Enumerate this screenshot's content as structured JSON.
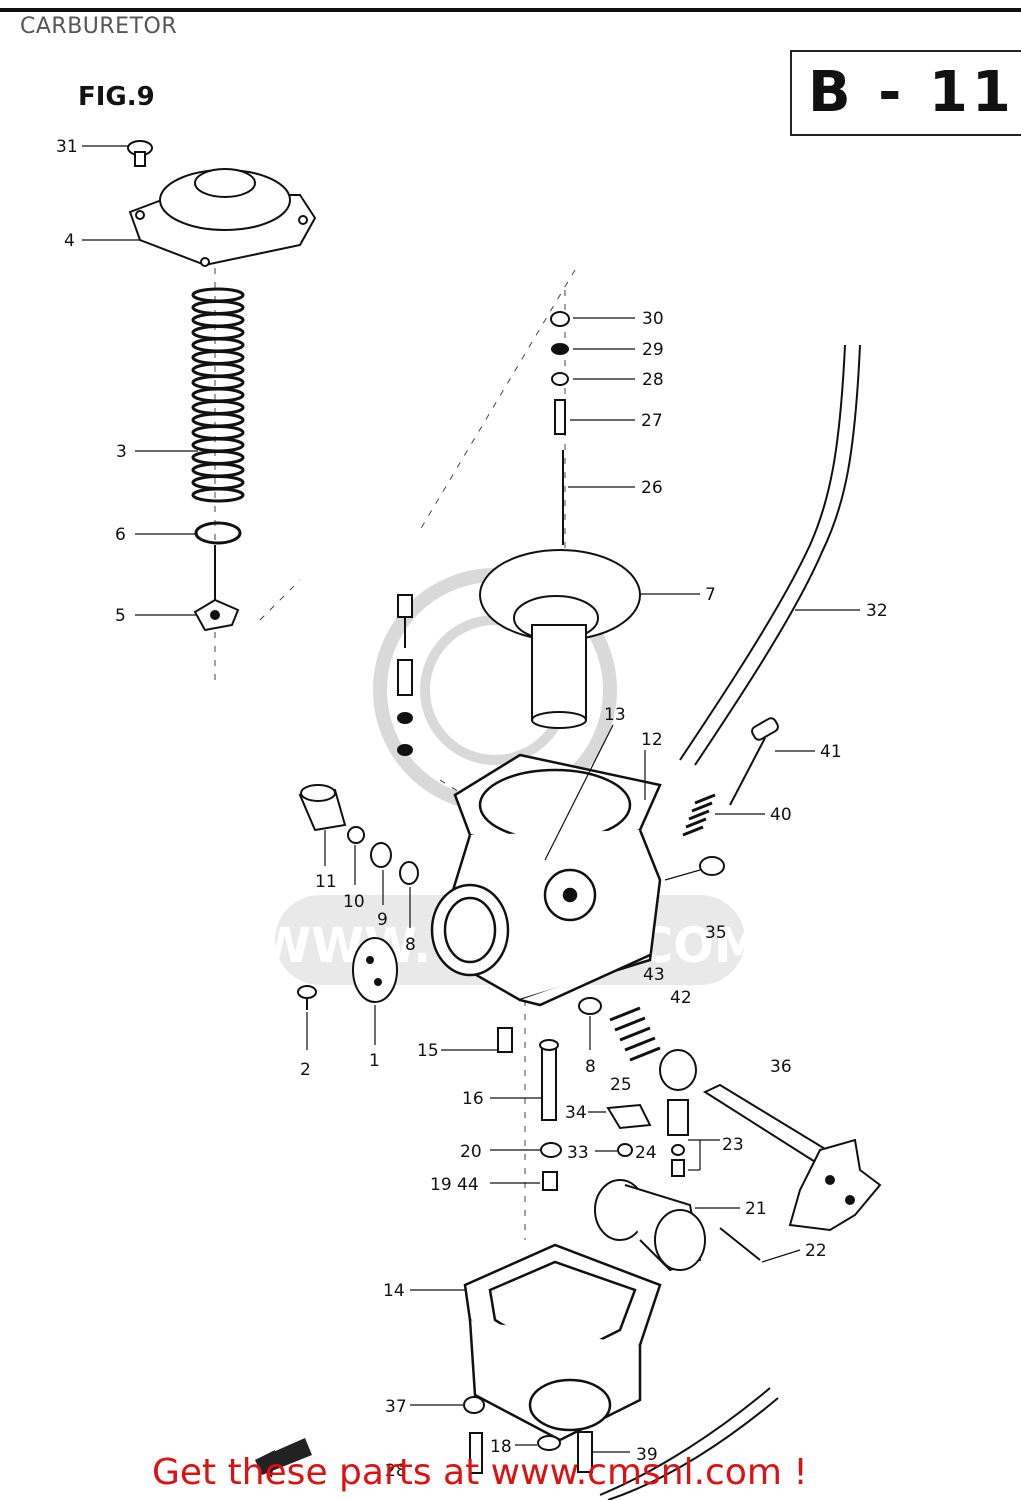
{
  "page_title": "CARBURETOR",
  "figure_label": "FIG.9",
  "sheet_code": "B - 11",
  "watermark_text": "WWW.CMSNL.COM",
  "footer_link": "Get these parts at www.cmsnl.com !",
  "callouts": {
    "c1": "1",
    "c2": "2",
    "c3": "3",
    "c4": "4",
    "c5": "5",
    "c6": "6",
    "c7": "7",
    "c8a": "8",
    "c8b": "8",
    "c9": "9",
    "c10": "10",
    "c11": "11",
    "c12": "12",
    "c13": "13",
    "c14": "14",
    "c15": "15",
    "c16": "16",
    "c18": "18",
    "c19_44": "19 44",
    "c20": "20",
    "c21": "21",
    "c22": "22",
    "c23": "23",
    "c24": "24",
    "c25": "25",
    "c26": "26",
    "c27": "27",
    "c28a": "28",
    "c28b": "28",
    "c29": "29",
    "c30": "30",
    "c31": "31",
    "c32": "32",
    "c33": "33",
    "c34": "34",
    "c35": "35",
    "c36": "36",
    "c37": "37",
    "c39": "39",
    "c40": "40",
    "c41": "41",
    "c42": "42",
    "c43": "43"
  }
}
